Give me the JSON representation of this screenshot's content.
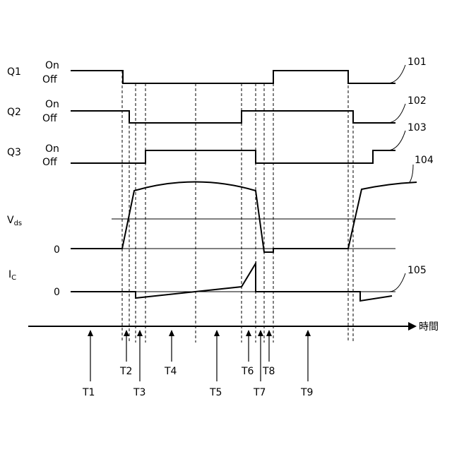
{
  "signals": {
    "q1": {
      "name": "Q1",
      "on": "On",
      "off": "Off",
      "ref": "101"
    },
    "q2": {
      "name": "Q2",
      "on": "On",
      "off": "Off",
      "ref": "102"
    },
    "q3": {
      "name": "Q3",
      "on": "On",
      "off": "Off",
      "ref": "103"
    },
    "vds": {
      "name": "V",
      "subscript": "ds",
      "zero": "0",
      "ref": "104"
    },
    "ic": {
      "name": "I",
      "subscript": "C",
      "zero": "0",
      "ref": "105"
    }
  },
  "time_axis_label": "時間",
  "time_markers": [
    "T1",
    "T2",
    "T3",
    "T4",
    "T5",
    "T6",
    "T7",
    "T8",
    "T9"
  ]
}
